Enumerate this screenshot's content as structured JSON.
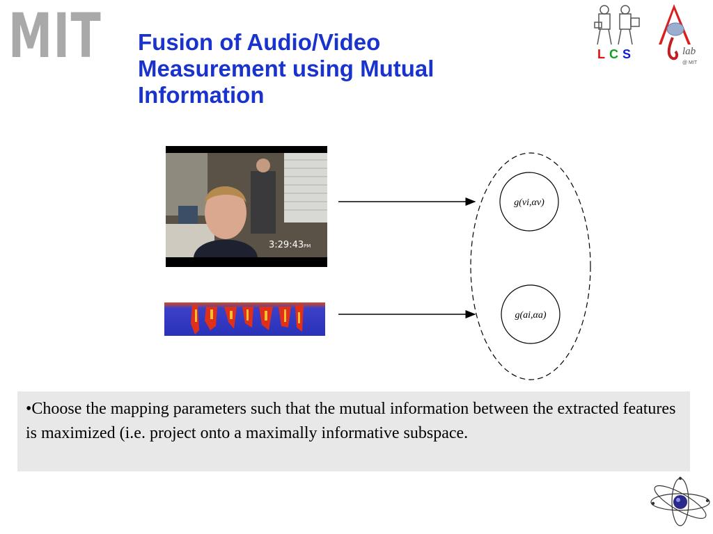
{
  "logos": {
    "mit": "MIT",
    "lcs": {
      "l": "L",
      "c": "C",
      "s": "S",
      "l_color": "#e01010",
      "c_color": "#10a020",
      "s_color": "#1020d0"
    },
    "ilab": {
      "lab": "lab",
      "at_mit": "@ MIT"
    }
  },
  "slide": {
    "title": "Fusion of Audio/Video Measurement using Mutual Information",
    "title_color": "#1a33cc"
  },
  "video": {
    "timestamp": "3:29:43",
    "timestamp_suffix": "PM"
  },
  "diagram": {
    "video_function": "g(vi,αv)",
    "audio_function": "g(ai,αa)"
  },
  "bullet": {
    "text": "•Choose the mapping parameters such that the mutual information between the extracted features is maximized (i.e. project onto a maximally informative subspace."
  }
}
